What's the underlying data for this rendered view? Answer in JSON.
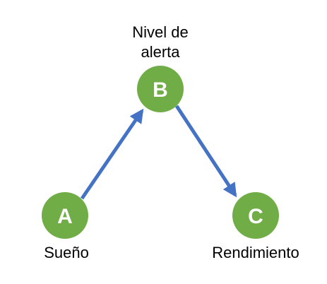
{
  "colors": {
    "node_fill": "#70AD47",
    "arrow": "#4472C4",
    "node_text": "#FFFFFF",
    "label_text": "#000000"
  },
  "nodes": {
    "a": {
      "letter": "A",
      "label": "Sueño"
    },
    "b": {
      "letter": "B",
      "label_line1": "Nivel de",
      "label_line2": "alerta"
    },
    "c": {
      "letter": "C",
      "label": "Rendimiento"
    }
  }
}
